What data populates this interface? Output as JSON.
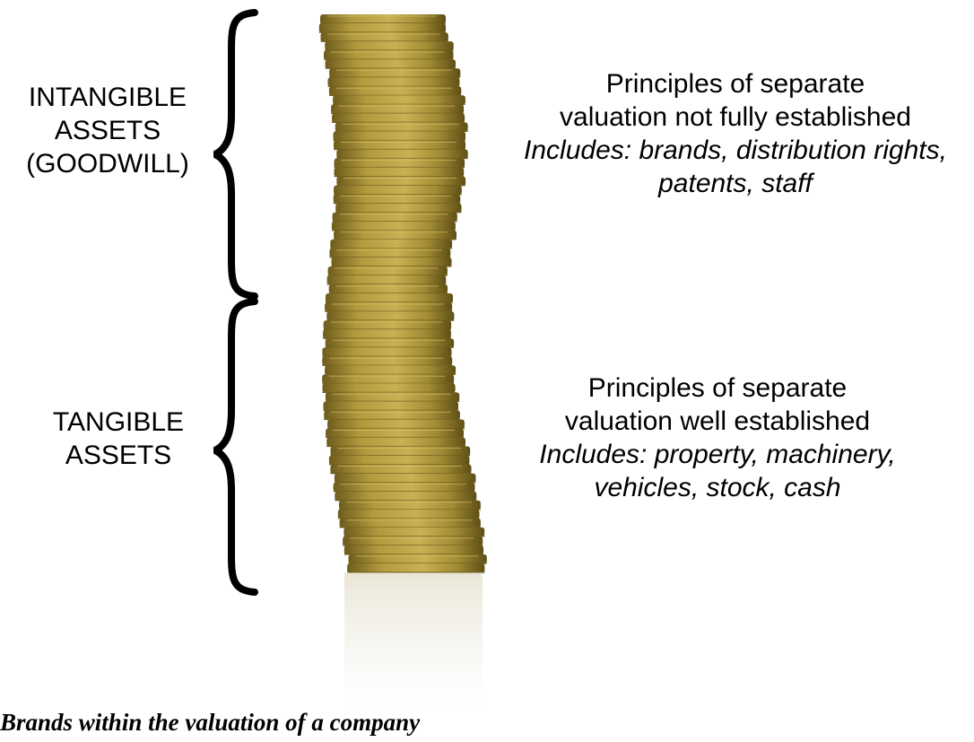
{
  "intangible": {
    "label_lines": [
      "INTANGIBLE",
      "ASSETS",
      "(GOODWILL)"
    ],
    "description_lines": [
      "Principles of separate",
      "valuation not fully established"
    ],
    "includes_lines": [
      "Includes: brands, distribution rights,",
      "patents, staff"
    ]
  },
  "tangible": {
    "label_lines": [
      "TANGIBLE",
      "ASSETS"
    ],
    "description_lines": [
      "Principles of separate",
      "valuation well established"
    ],
    "includes_lines": [
      "Includes: property, machinery,",
      "vehicles, stock, cash"
    ]
  },
  "caption": "Brands within the valuation of a company",
  "colors": {
    "coin_gold": "#b39a3e",
    "coin_dark": "#6d5c1c",
    "coin_light": "#d9c26a",
    "text": "#000000"
  }
}
